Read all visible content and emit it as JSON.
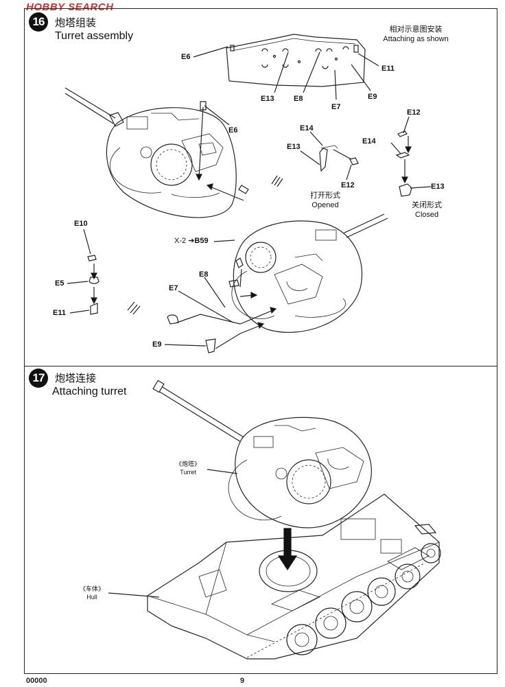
{
  "watermark": "HOBBY SEARCH",
  "step16": {
    "number": "16",
    "title_cn": "炮塔组装",
    "title_en": "Turret assembly",
    "note_cn": "相对示意图安装",
    "note_en": "Attaching as shown",
    "opened_cn": "打开形式",
    "opened_en": "Opened",
    "closed_cn": "关闭形式",
    "closed_en": "Closed",
    "ref_x": "X-2",
    "ref_part": "B59",
    "labels": {
      "e6_top": "E6",
      "e13_top": "E13",
      "e8_top": "E8",
      "e7_top": "E7",
      "e9_top": "E9",
      "e11_top": "E11",
      "e6_mid": "E6",
      "e14_open": "E14",
      "e13_open": "E13",
      "e12_open": "E12",
      "e12_closed": "E12",
      "e14_closed": "E14",
      "e13_closed": "E13",
      "e10_left": "E10",
      "e5_left": "E5",
      "e11_left": "E11",
      "e8_low": "E8",
      "e7_low": "E7",
      "e9_low": "E9"
    }
  },
  "step17": {
    "number": "17",
    "title_cn": "炮塔连接",
    "title_en": "Attaching turret",
    "turret_cn": "《炮塔》",
    "turret_en": "Turret",
    "hull_cn": "《车体》",
    "hull_en": "Hull"
  },
  "footer": {
    "code": "00000",
    "page": "9"
  }
}
